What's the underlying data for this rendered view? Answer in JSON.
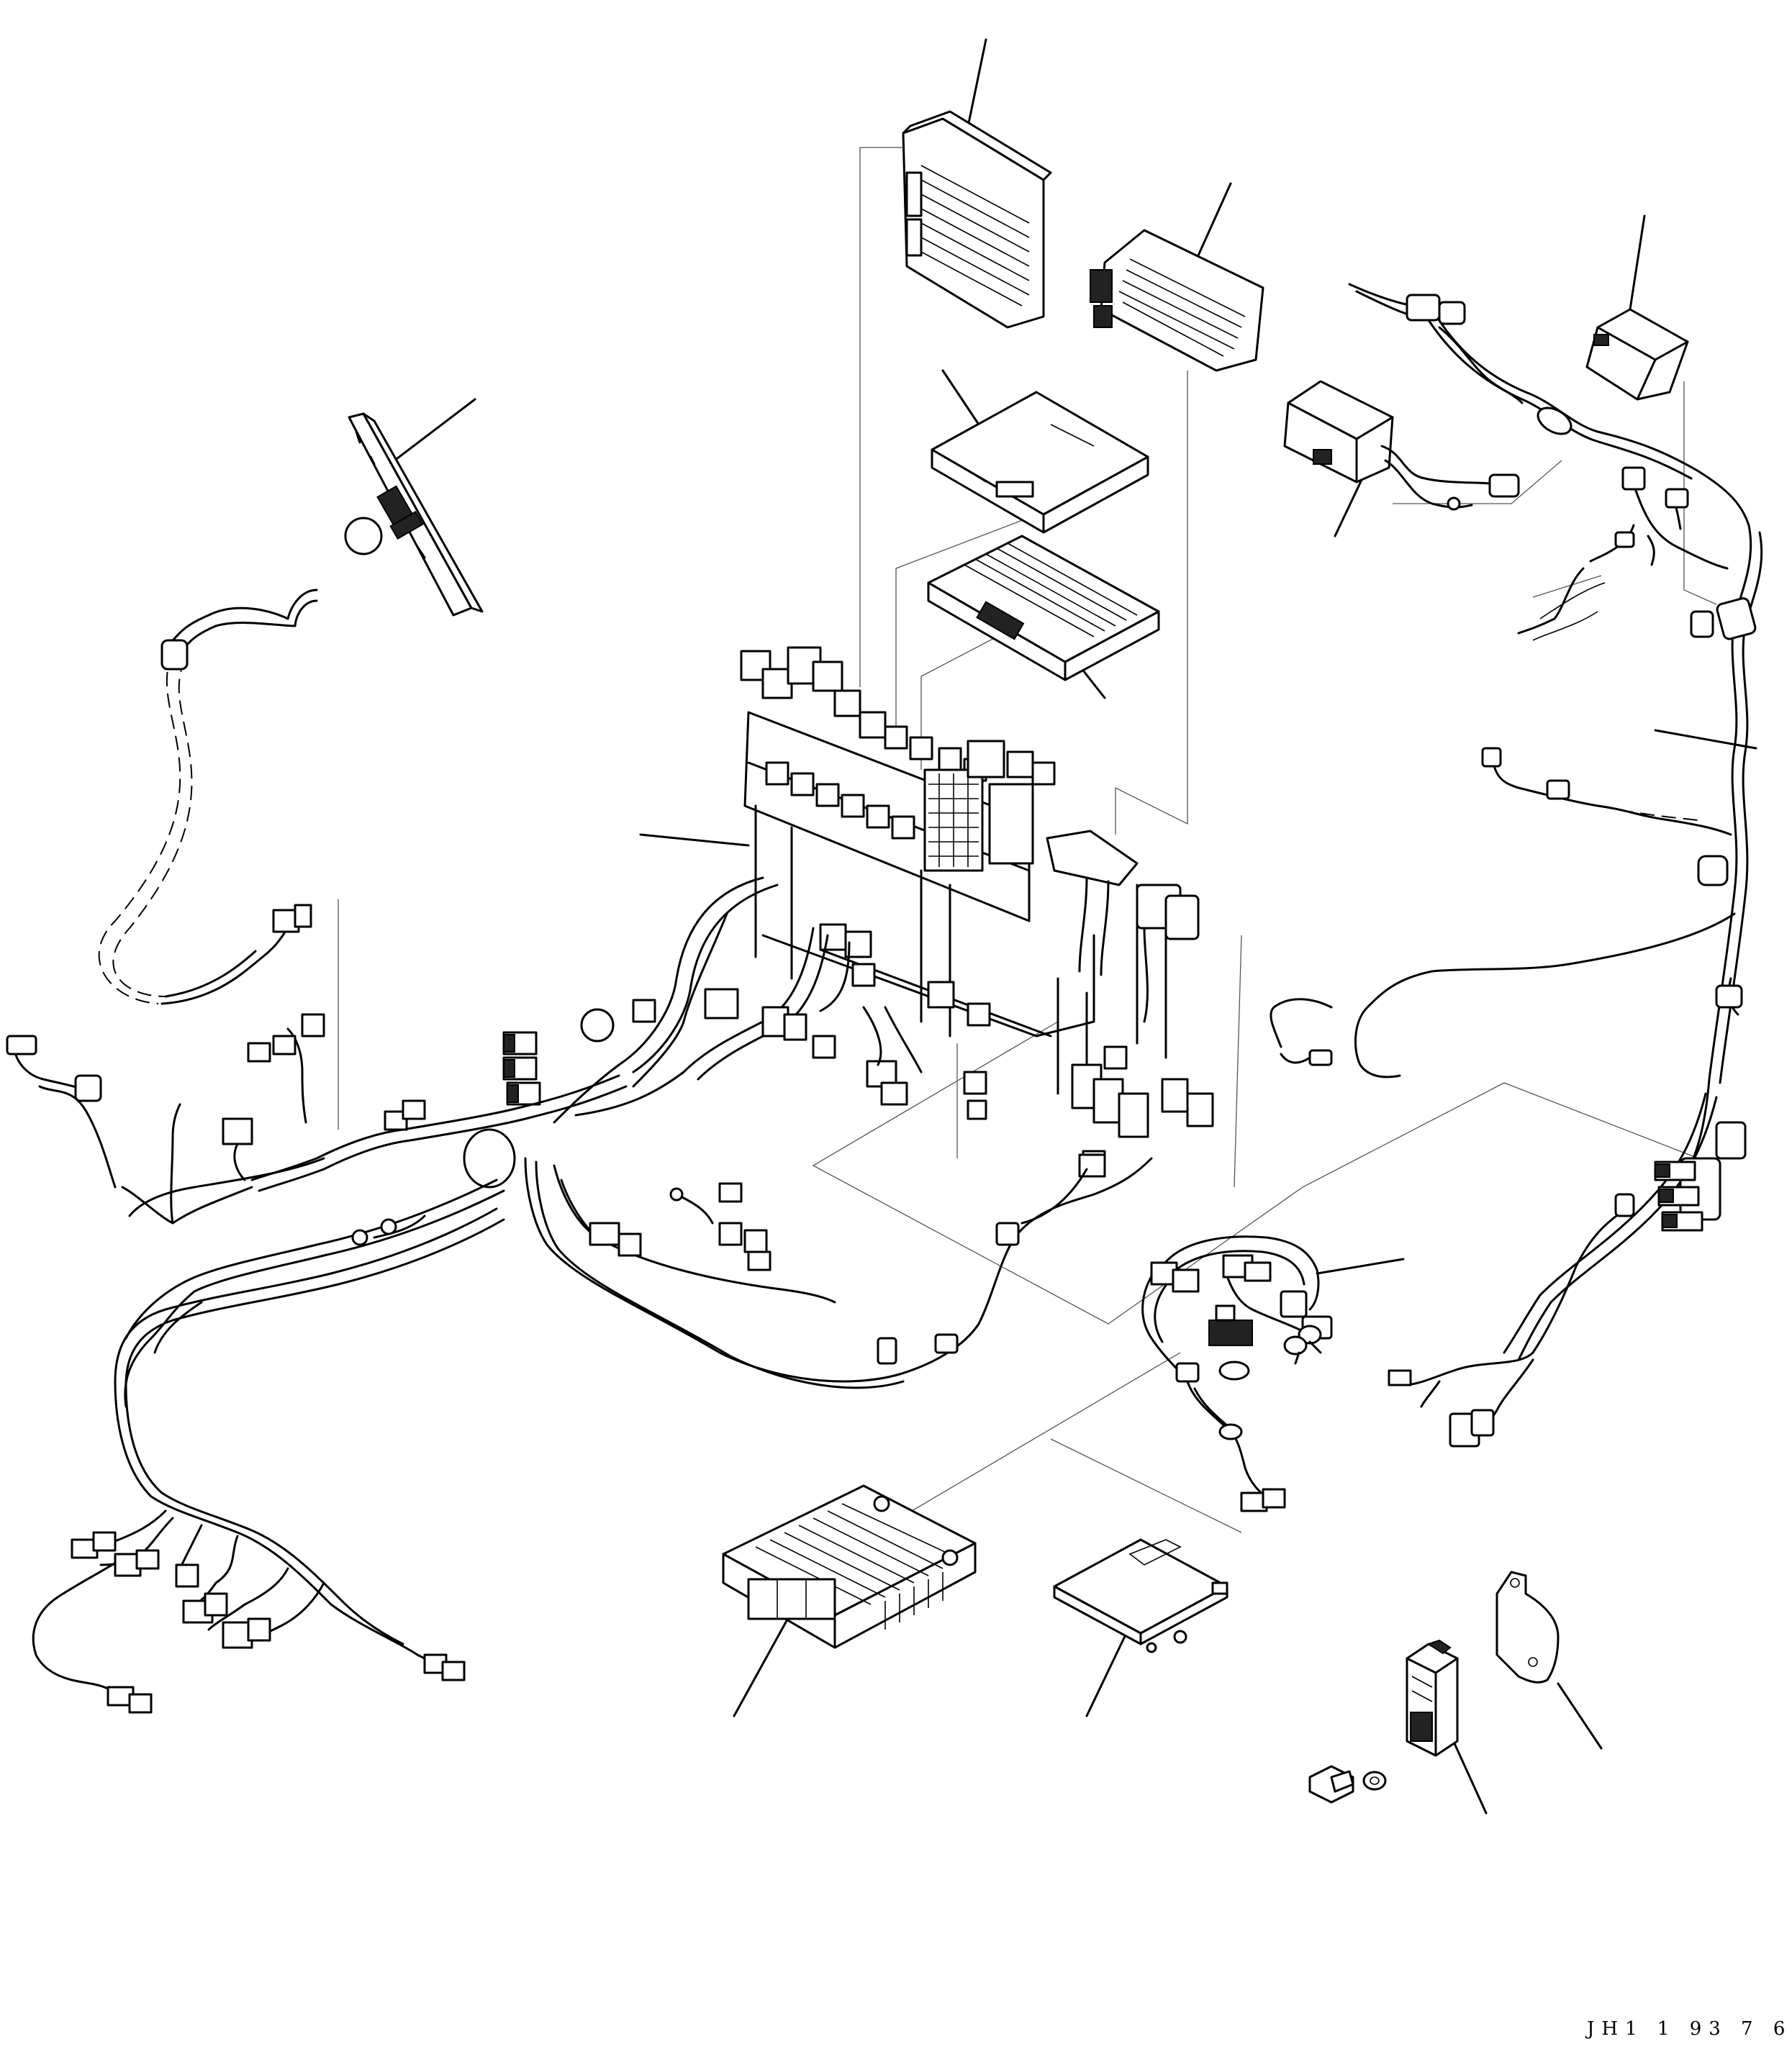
{
  "drawing": {
    "reference_code": "JH1 1 93 7 6"
  },
  "components": [
    {
      "id": "ecu-top"
    },
    {
      "id": "finned-controller"
    },
    {
      "id": "right-module"
    },
    {
      "id": "small-controller-plate"
    },
    {
      "id": "middle-controller"
    },
    {
      "id": "relay-module"
    },
    {
      "id": "instrument-panel"
    },
    {
      "id": "fuse-relay-frame"
    },
    {
      "id": "right-harness"
    },
    {
      "id": "lower-branch-harness"
    },
    {
      "id": "large-finned-controller"
    },
    {
      "id": "small-ecu"
    },
    {
      "id": "mounting-bracket"
    },
    {
      "id": "bracket-module"
    }
  ]
}
